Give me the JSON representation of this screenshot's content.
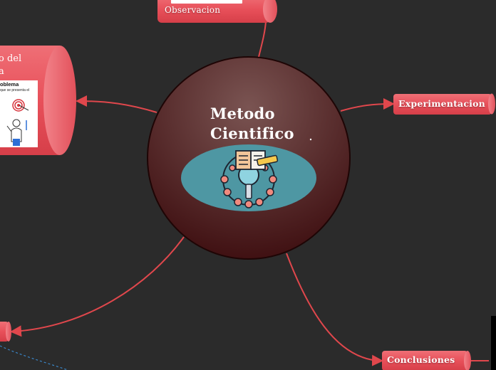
{
  "central_topic": {
    "line1": "Metodo",
    "line2": "Cientifico",
    "bubble_colors": {
      "top": "#7a5452",
      "bottom": "#3c0c0e"
    },
    "icon_disc_color": "#4e97a3",
    "icon": "magnifier-research-icon"
  },
  "nodes": {
    "observacion": {
      "label": "Observacion"
    },
    "problema": {
      "title_fragment_1": "o del",
      "title_fragment_2": "a",
      "card_heading": "oblema",
      "card_subtext": "que se presenta el",
      "card_icons": [
        "target-arrow-icon",
        "stick-figure-icon"
      ]
    },
    "experimentacion": {
      "label": "Experimentacion"
    },
    "conclusiones": {
      "label": "Conclusiones"
    }
  },
  "colors": {
    "background": "#2b2b2b",
    "connector": "#e0474c",
    "node_fill": "#e9505a",
    "dashed_connector": "#3a86c8"
  }
}
